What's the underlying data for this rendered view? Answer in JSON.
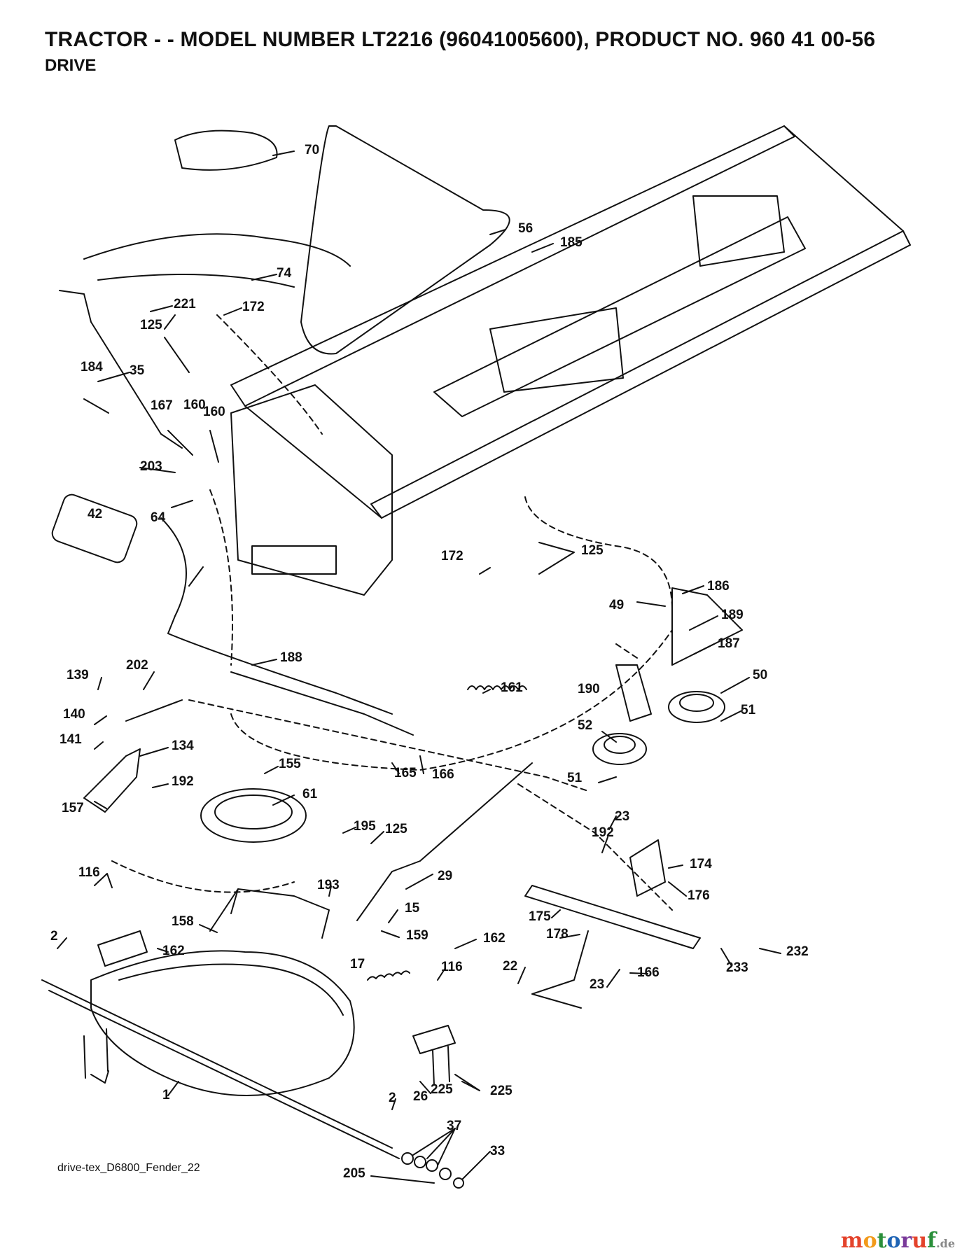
{
  "header": {
    "title": "TRACTOR - - MODEL NUMBER LT2216 (96041005600), PRODUCT NO. 960 41 00-56",
    "subtitle": "DRIVE"
  },
  "footer": {
    "ref": "drive-tex_D6800_Fender_22"
  },
  "brand": {
    "m": "m",
    "o": "o",
    "t": "t",
    "o2": "o",
    "r": "r",
    "u": "u",
    "f": "f",
    "tld": ".de"
  },
  "labels": [
    "70",
    "56",
    "185",
    "74",
    "221",
    "172",
    "125",
    "35",
    "184",
    "167",
    "160",
    "160",
    "203",
    "42",
    "64",
    "125",
    "172",
    "186",
    "49",
    "189",
    "187",
    "188",
    "202",
    "139",
    "161",
    "190",
    "50",
    "140",
    "141",
    "134",
    "165",
    "166",
    "52",
    "51",
    "51",
    "192",
    "155",
    "157",
    "61",
    "195",
    "125",
    "23",
    "192",
    "174",
    "116",
    "193",
    "29",
    "176",
    "15",
    "175",
    "158",
    "159",
    "2",
    "162",
    "17",
    "178",
    "232",
    "233",
    "116",
    "166",
    "22",
    "23",
    "162",
    "225",
    "26",
    "225",
    "1",
    "2",
    "37",
    "33",
    "205"
  ],
  "colors": {
    "ink": "#111111",
    "background": "#ffffff"
  }
}
